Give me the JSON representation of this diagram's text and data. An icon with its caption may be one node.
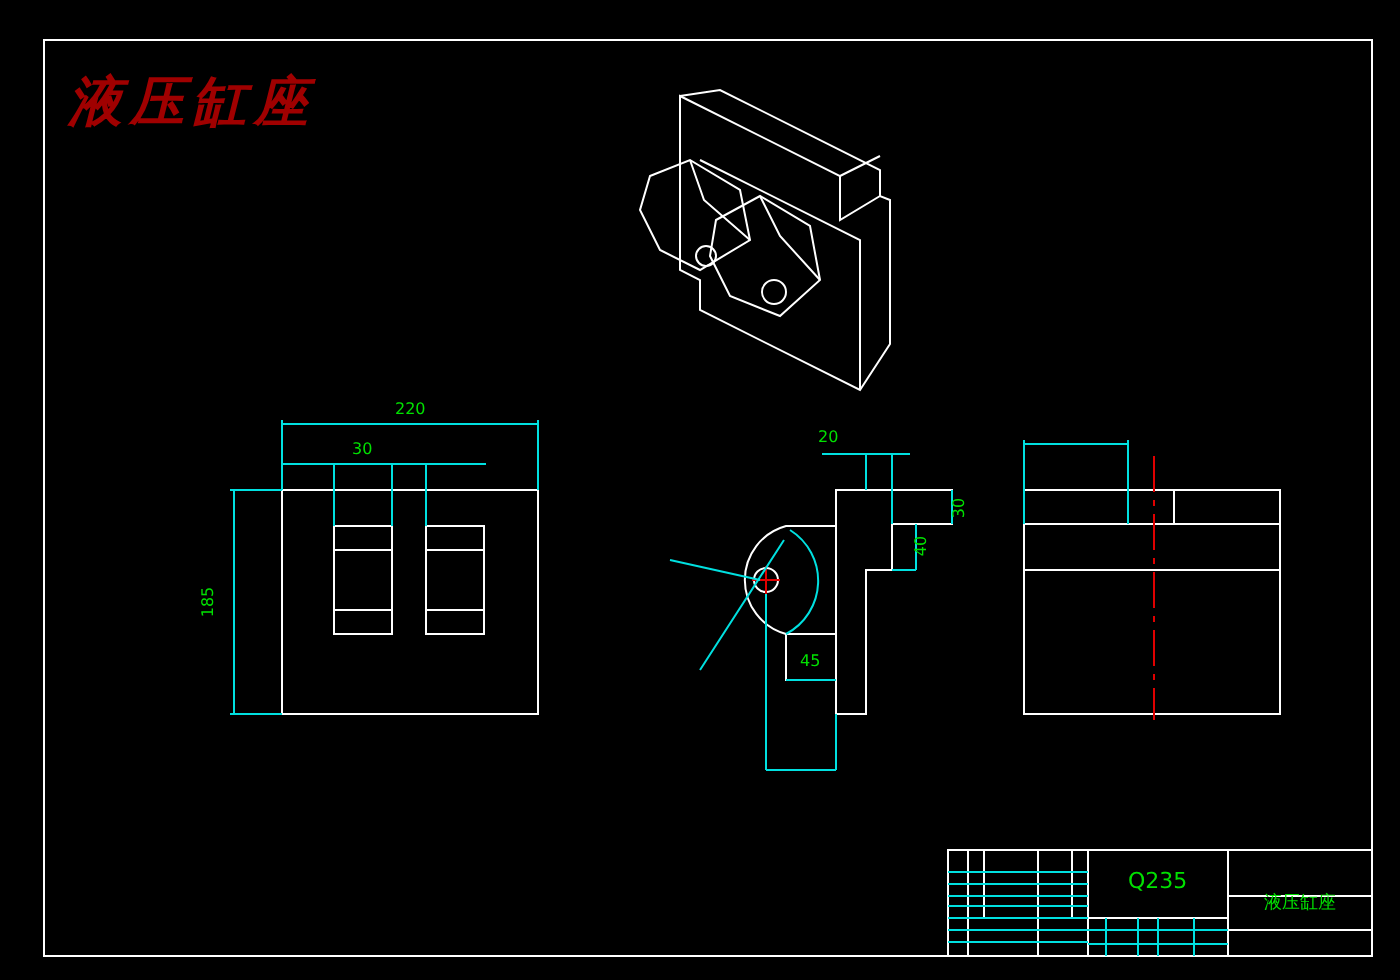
{
  "diagram": {
    "title": "液压缸座",
    "labels": [
      "220",
      "30",
      "185",
      "20",
      "30",
      "40",
      "45",
      "Q235",
      "液压缸座"
    ]
  }
}
